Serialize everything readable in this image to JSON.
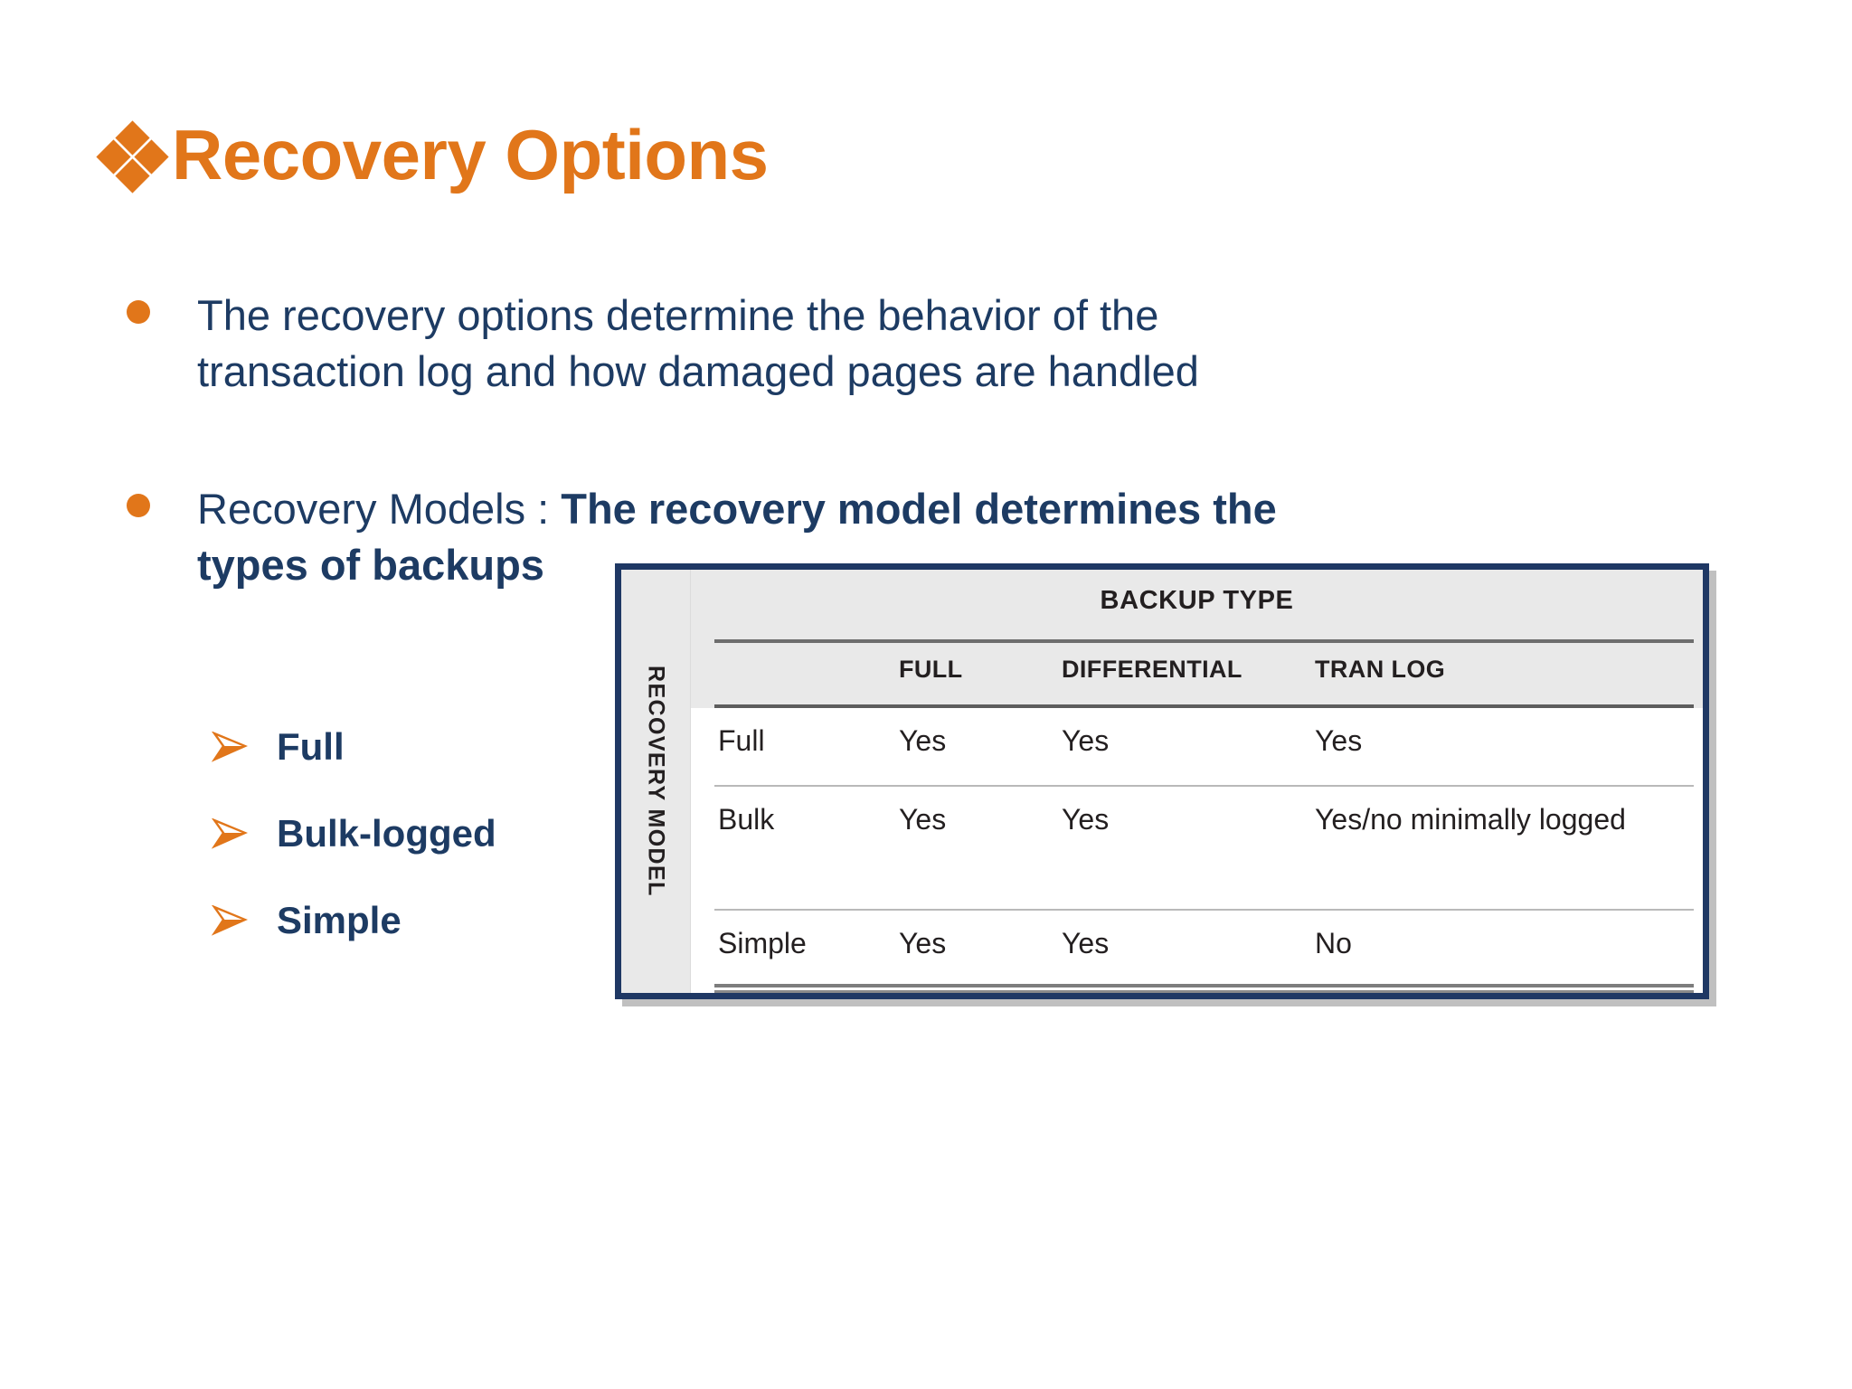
{
  "slide": {
    "title": "Recovery Options",
    "title_bullet_icon": "fleuron-diamond-icon",
    "colors": {
      "accent_orange": "#E1761A",
      "text_navy": "#1D3B63",
      "frame_navy": "#1F3864",
      "table_header_gray": "#e9e9e9"
    }
  },
  "bullets": [
    {
      "icon": "filled-circle-bullet",
      "text": "The recovery options determine the behavior of the transaction log and how damaged pages are handled"
    },
    {
      "icon": "filled-circle-bullet",
      "lead": "Recovery Models : ",
      "emphasis": "The recovery model determines the types of backups"
    }
  ],
  "sub_bullets": [
    {
      "icon": "arrowhead-bullet",
      "label": "Full"
    },
    {
      "icon": "arrowhead-bullet",
      "label": "Bulk-logged"
    },
    {
      "icon": "arrowhead-bullet",
      "label": "Simple"
    }
  ],
  "table_figure": {
    "row_axis_title": "RECOVERY MODEL",
    "column_group_title": "BACKUP TYPE",
    "columns": [
      "FULL",
      "DIFFERENTIAL",
      "TRAN LOG"
    ],
    "rows": [
      {
        "model": "Full",
        "full": "Yes",
        "differential": "Yes",
        "tran_log": "Yes"
      },
      {
        "model": "Bulk",
        "full": "Yes",
        "differential": "Yes",
        "tran_log": "Yes/no minimally logged"
      },
      {
        "model": "Simple",
        "full": "Yes",
        "differential": "Yes",
        "tran_log": "No"
      }
    ]
  }
}
